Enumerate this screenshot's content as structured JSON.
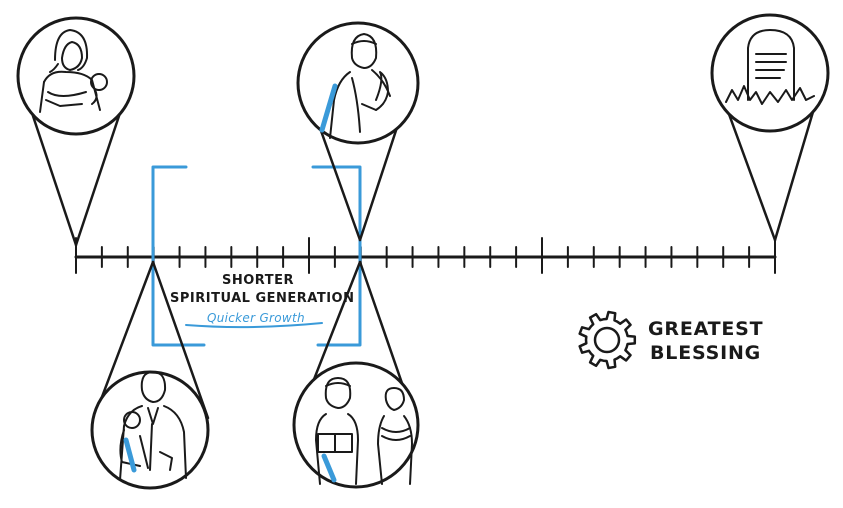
{
  "timeline": {
    "bracket_label_line1": "SHORTER",
    "bracket_label_line2": "SPIRITUAL GENERATION",
    "bracket_sublabel": "Quicker Growth"
  },
  "callout": {
    "line1": "GREATEST",
    "line2": "BLESSING"
  },
  "colors": {
    "ink": "#1a1a1a",
    "accent_blue": "#3a9ad9",
    "background": "#ffffff"
  },
  "icons": [
    "mother-with-baby-icon",
    "praying-man-icon",
    "gravestone-icon",
    "father-with-child-icon",
    "teacher-with-student-icon",
    "gear-icon"
  ]
}
